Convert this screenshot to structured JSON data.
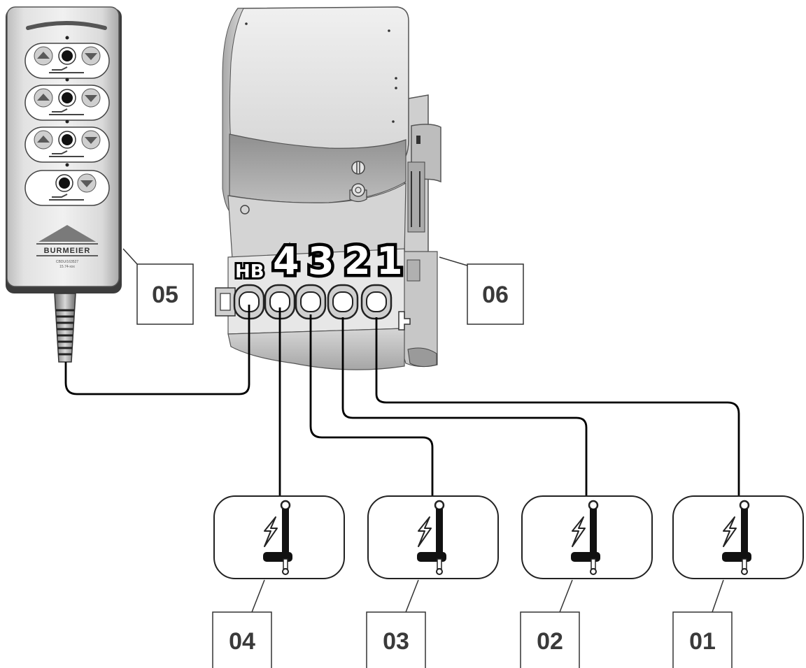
{
  "hand_control": {
    "brand": "BURMEIER",
    "model_code": "CBDU/163527",
    "model_sub": "15.74-xxx",
    "callout": "05"
  },
  "control_box": {
    "port_prefix": "HB",
    "port_numbers": [
      "4",
      "3",
      "2",
      "1"
    ],
    "callout": "06"
  },
  "motors": [
    {
      "callout": "04"
    },
    {
      "callout": "03"
    },
    {
      "callout": "02"
    },
    {
      "callout": "01"
    }
  ],
  "colors": {
    "line": "#000000",
    "housing_light": "#e4e4e4",
    "housing_mid": "#c8c8c8",
    "housing_dark": "#9a9a9a",
    "callout_text": "#3a3a3a"
  },
  "icons": [
    "up-arrow-icon",
    "down-arrow-icon",
    "stop-button-icon",
    "lightning-icon",
    "actuator-icon",
    "burmeier-logo-icon"
  ]
}
